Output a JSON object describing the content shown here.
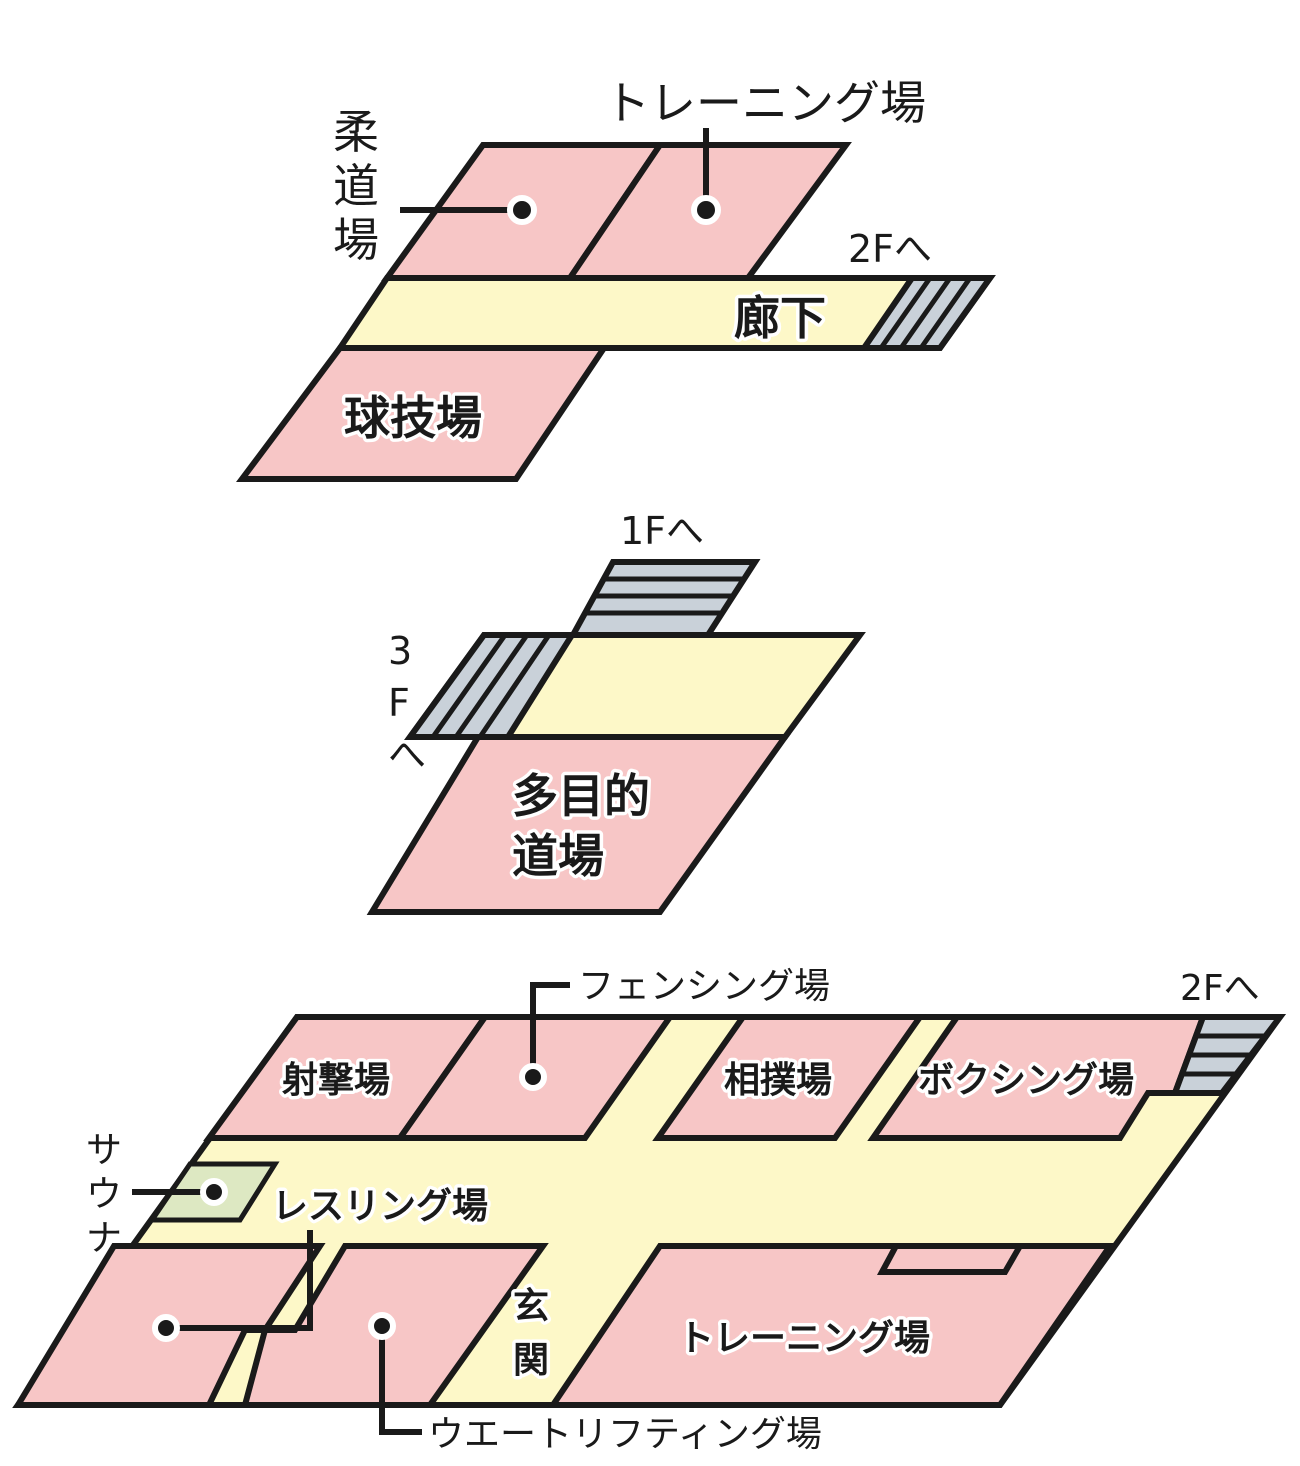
{
  "floor3": {
    "judo_hall": "柔道場",
    "training_room": "トレーニング場",
    "corridor": "廊下",
    "ball_court": "球技場",
    "to_2f": "2Fへ"
  },
  "floor2": {
    "to_1f": "1Fへ",
    "to_3f": "3Fへ",
    "multipurpose_hall_line1": "多目的",
    "multipurpose_hall_line2": "道場"
  },
  "floor1": {
    "fencing_room": "フェンシング場",
    "shooting_range": "射撃場",
    "sumo_ring": "相撲場",
    "boxing_room": "ボクシング場",
    "to_2f": "2Fへ",
    "sauna": "サウナ",
    "wrestling_room": "レスリング場",
    "entrance": "玄関",
    "training_room": "トレーニング場",
    "weightlifting_room": "ウエートリフティング場"
  },
  "colors": {
    "room": "#f7c6c6",
    "corridor": "#fdf8c8",
    "sauna": "#dde8c2",
    "stairs": "#c9d1d9",
    "outline": "#1a1a1a"
  }
}
